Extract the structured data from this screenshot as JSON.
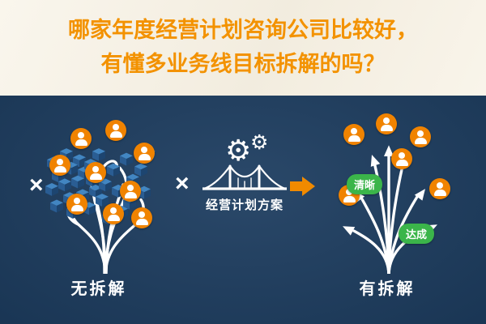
{
  "header": {
    "title_line1": "哪家年度经营计划咨询公司比较好，",
    "title_line2": "有懂多业务线目标拆解的吗？"
  },
  "diagram": {
    "multiply": "×",
    "gear": "⚙",
    "plan_label": "经营计划方案",
    "left_caption": "无拆解",
    "right_caption": "有拆解",
    "badge_clear": "清晰",
    "badge_achieved": "达成"
  },
  "colors": {
    "header_background": "#f7f1e3",
    "title_orange": "#f39200",
    "panel_navy": "#1d3d60",
    "person_orange": "#f08300",
    "arrow_orange": "#f08a00",
    "badge_green": "#3bb54a",
    "block_blue_top": "#4286c2",
    "block_blue_left": "#2a5d93",
    "block_blue_right": "#1d4570",
    "tree_white": "#ffffff"
  }
}
